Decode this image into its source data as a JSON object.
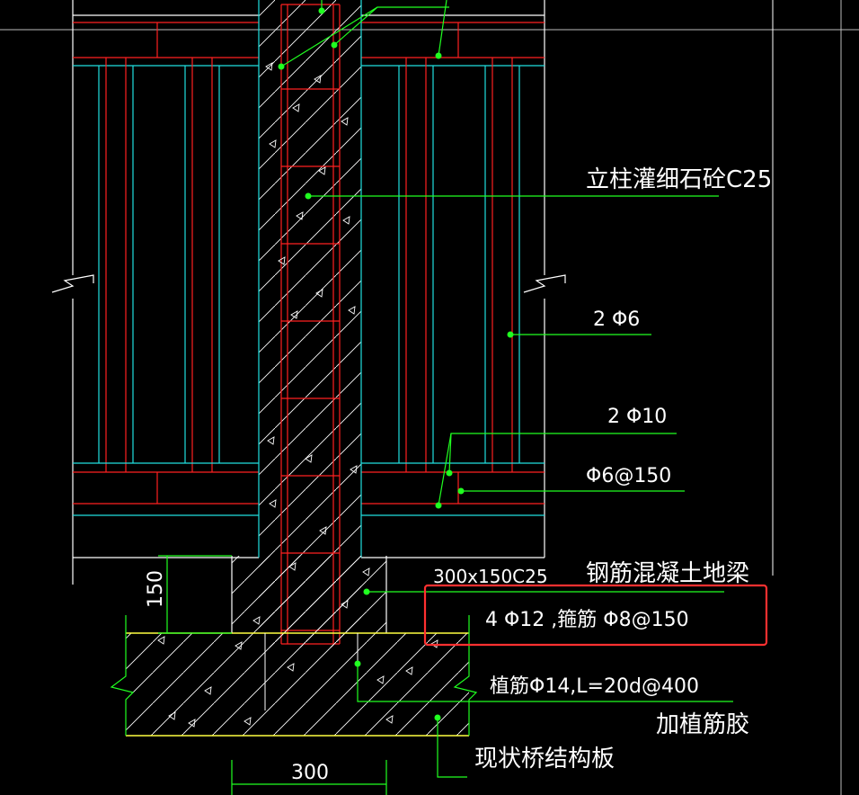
{
  "drawing": {
    "labels": {
      "column_grout": "立柱灌细石砼C25",
      "rebar_2phi6": "2 Φ6",
      "rebar_2phi10": "2 Φ10",
      "stirrup_phi6": "Φ6@150",
      "beam_size": "300x150C25",
      "beam_name": "钢筋混凝土地梁",
      "beam_rebar": "4 Φ12 ,箍筋 Φ8@150",
      "anchor_bar": "植筋Φ14,L=20d@400",
      "anchor_glue": "加植筋胶",
      "bridge_slab": "现状桥结构板"
    },
    "dimensions": {
      "beam_height": "150",
      "beam_width": "300"
    },
    "colors": {
      "background": "#000000",
      "red": "#ff2020",
      "cyan": "#20e0e0",
      "white": "#ffffff",
      "green": "#20ff20",
      "yellow": "#ffff40",
      "highlight": "#ff3030"
    }
  }
}
